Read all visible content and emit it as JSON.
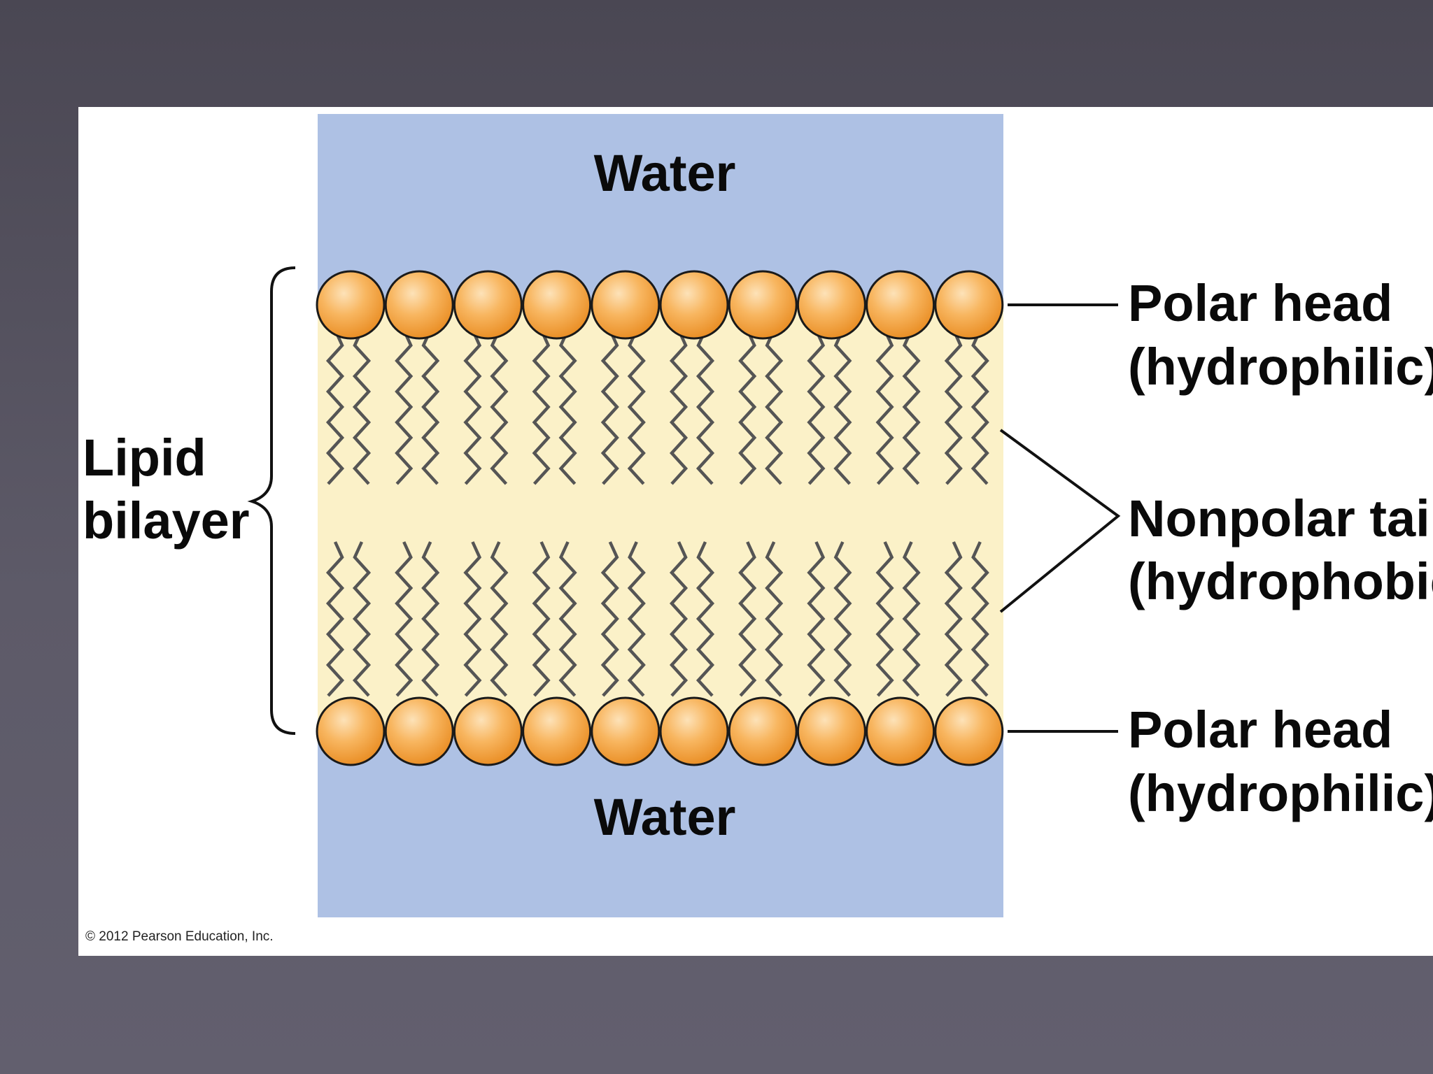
{
  "diagram": {
    "water_top": "Water",
    "water_bottom": "Water",
    "bilayer_label_line1": "Lipid",
    "bilayer_label_line2": "bilayer",
    "polar_head_top_line1": "Polar head",
    "polar_head_top_line2": "(hydrophilic)",
    "nonpolar_tail_line1": "Nonpolar tail",
    "nonpolar_tail_line2": "(hydrophobic",
    "polar_head_bottom_line1": "Polar head",
    "polar_head_bottom_line2": "(hydrophilic)",
    "copyright": "© 2012 Pearson Education, Inc.",
    "colors": {
      "background": "#55525f",
      "water": "#aec1e4",
      "lipid_core": "#fbf1c8",
      "head_fill": "#f6a544",
      "head_highlight": "#fde2b8",
      "tail": "#555555"
    },
    "heads_per_layer": 10
  }
}
